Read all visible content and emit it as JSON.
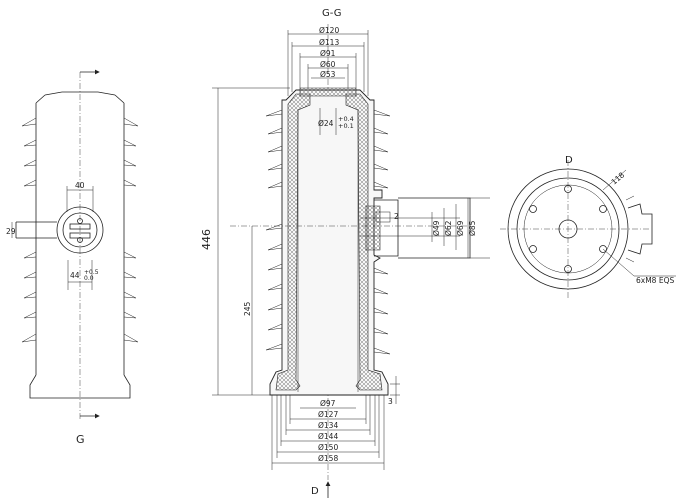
{
  "section_title": "G-G",
  "side_label": "G",
  "bottom_label": "D",
  "view_label": "D",
  "left_view": {
    "width": "40",
    "stud": "29",
    "offset_top": "+0.5",
    "offset_bot": "0.0",
    "small": "44"
  },
  "top_dims": [
    "Ø120",
    "Ø113",
    "Ø91",
    "Ø60",
    "Ø53"
  ],
  "bore": {
    "dia": "Ø24",
    "tol_top": "+0.4",
    "tol_bot": "+0.1"
  },
  "height": "446",
  "height_inner": "245",
  "flange_thk": "3",
  "side_port": {
    "gap": "2",
    "dims": [
      "Ø49",
      "Ø62",
      "Ø69",
      "Ø85"
    ]
  },
  "bottom_dims": [
    "Ø97",
    "Ø127",
    "Ø134",
    "Ø144",
    "Ø150",
    "Ø158"
  ],
  "end_view": {
    "angle": "118",
    "bolts": "6xM8 EQS"
  }
}
